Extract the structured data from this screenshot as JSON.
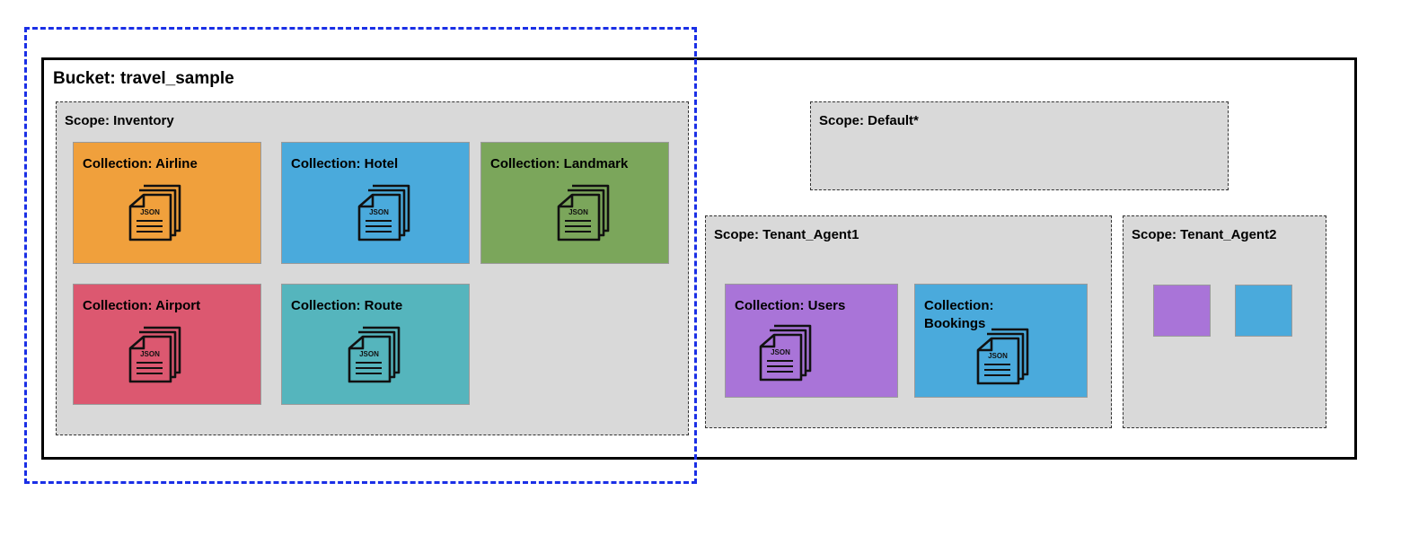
{
  "bucket": {
    "title": "Bucket: travel_sample"
  },
  "icon_label": "JSON",
  "colors": {
    "highlight": "#1a2fe6",
    "scope_bg": "#d9d9d9",
    "airline": "#f0a03c",
    "hotel": "#4aaadc",
    "landmark": "#7ba65b",
    "airport": "#dc5870",
    "route": "#55b5bd",
    "users": "#a974d8",
    "bookings": "#4aaadc"
  },
  "scopes": {
    "inventory": {
      "title": "Scope: Inventory",
      "collections": [
        {
          "title": "Collection: Airline",
          "icon": "json-documents-icon"
        },
        {
          "title": "Collection: Hotel",
          "icon": "json-documents-icon"
        },
        {
          "title": "Collection: Landmark",
          "icon": "json-documents-icon"
        },
        {
          "title": "Collection: Airport",
          "icon": "json-documents-icon"
        },
        {
          "title": "Collection: Route",
          "icon": "json-documents-icon"
        }
      ]
    },
    "default": {
      "title": "Scope: Default*"
    },
    "tenant1": {
      "title": "Scope: Tenant_Agent1",
      "collections": [
        {
          "title": "Collection: Users",
          "icon": "json-documents-icon"
        },
        {
          "title": "Collection: Bookings",
          "icon": "json-documents-icon"
        }
      ]
    },
    "tenant2": {
      "title": "Scope: Tenant_Agent2"
    }
  }
}
